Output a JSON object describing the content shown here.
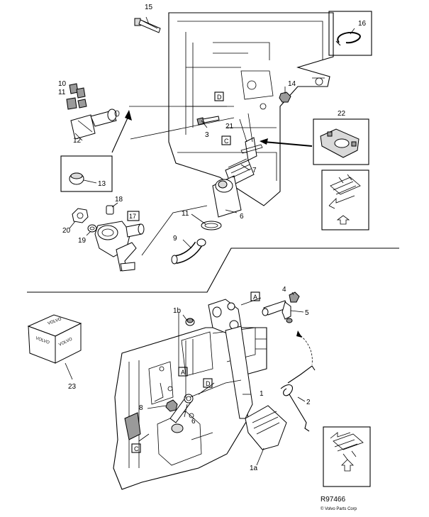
{
  "callouts": {
    "c15": "15",
    "c16": "16",
    "c10": "10",
    "c11_top": "11",
    "c12": "12",
    "c13": "13",
    "c14": "14",
    "c3": "3",
    "c21": "21",
    "c22": "22",
    "c7": "7",
    "c6_top": "6",
    "c11": "11",
    "c18": "18",
    "c20": "20",
    "c19": "19",
    "c9": "9",
    "c4": "4",
    "c5": "5",
    "c1b": "1b",
    "c23": "23",
    "c1": "1",
    "c2": "2",
    "c8": "8",
    "c6_bottom": "6",
    "c1a": "1a"
  },
  "boxed_letters": {
    "d_top": "D",
    "c_top": "C",
    "box17": "17",
    "a_bottom_top": "A",
    "a_bottom_mid": "A",
    "d_bottom": "D",
    "c_bottom": "C"
  },
  "box_labels": {
    "volvo_text": "VOLVO"
  },
  "footer": {
    "ref_number": "R97466",
    "copyright": "© Volvo Parts Corp"
  }
}
